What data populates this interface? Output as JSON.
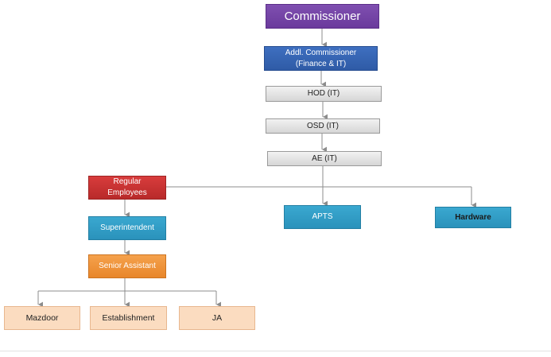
{
  "nodes": {
    "commissioner": "Commissioner",
    "addl_commissioner_line1": "Addl. Commissioner",
    "addl_commissioner_line2": "(Finance & IT)",
    "hod": "HOD (IT)",
    "osd": "OSD (IT)",
    "ae": "AE (IT)",
    "regular_line1": "Regular",
    "regular_line2": "Employees",
    "apts": "APTS",
    "hardware": "Hardware",
    "superintendent": "Superintendent",
    "senior_assistant": "Senior Assistant",
    "mazdoor": "Mazdoor",
    "establishment": "Establishment",
    "ja": "JA"
  },
  "colors": {
    "connector": "#8c8c8c"
  }
}
